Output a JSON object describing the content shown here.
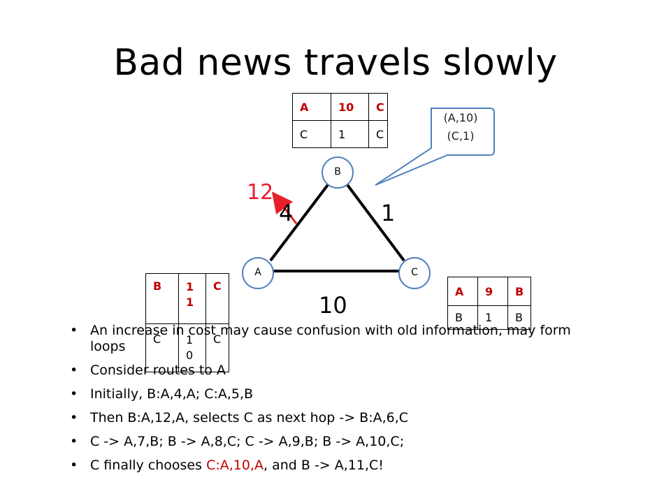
{
  "slide": {
    "title": "Bad news travels slowly"
  },
  "diagram": {
    "nodes": {
      "a": "A",
      "b": "B",
      "c": "C"
    },
    "edges": {
      "ab": "4",
      "bc": "1",
      "ac": "10"
    },
    "new_cost": "12",
    "callout": {
      "line1": "(A,10)",
      "line2": "(C,1)"
    },
    "colors": {
      "node_stroke": "#4f81bd",
      "callout_stroke": "#4f81bd",
      "highlight": "#c00000",
      "arrow": "#e8202a"
    }
  },
  "tables": {
    "top": {
      "rows": [
        [
          "A",
          "10",
          "C"
        ],
        [
          "C",
          "1",
          "C"
        ]
      ]
    },
    "left": {
      "rows": [
        [
          "B",
          "1\n1",
          "C"
        ],
        [
          "C",
          "1\n0",
          "C"
        ]
      ]
    },
    "right": {
      "rows": [
        [
          "A",
          "9",
          "B"
        ],
        [
          "B",
          "1",
          "B"
        ]
      ]
    }
  },
  "bullets": [
    {
      "text": "An increase in cost may cause confusion with old information, may form loops"
    },
    {
      "text": "Consider routes to A"
    },
    {
      "text": "Initially, B:A,4,A; C:A,5,B"
    },
    {
      "text": "Then B:A,12,A, selects C as next hop -> B:A,6,C"
    },
    {
      "text": "C -> A,7,B; B -> A,8,C; C -> A,9,B; B -> A,10,C;"
    },
    {
      "pre": "C finally chooses ",
      "hl": "C:A,10,A",
      "post": ", and B -> A,11,C!"
    }
  ]
}
